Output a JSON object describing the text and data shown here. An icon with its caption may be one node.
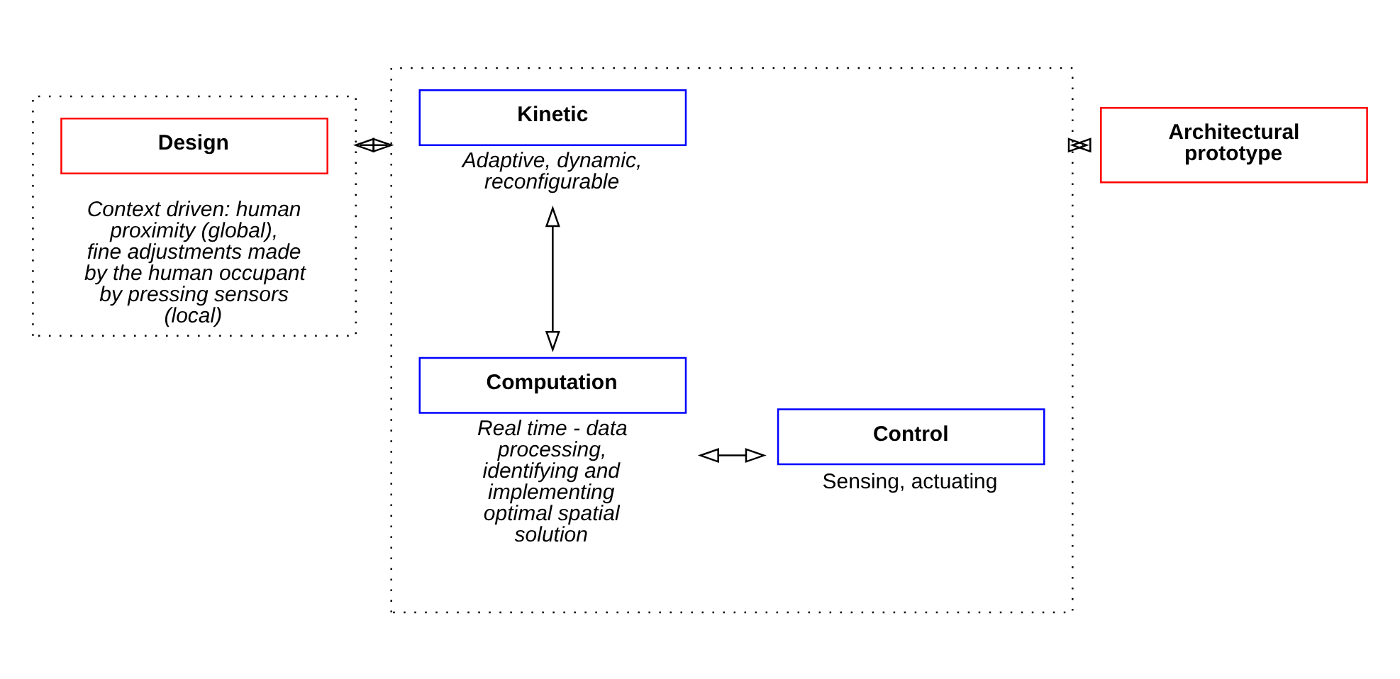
{
  "diagram": {
    "nodes": [
      {
        "text": [
          "Context driven: human proximity (global), fine adjustments made by the human occupant by pressing sensors (local)"
        ]
      },
      {
        "text": [
          "Design"
        ],
        "in": 0
      },
      {
        "text": [],
        "shape": "box"
      },
      {
        "text": [
          "Kinetic"
        ],
        "in": 2,
        "beside": [
          "Adaptive, dynamic, reconfigurable"
        ]
      },
      {
        "text": [
          "Computation"
        ],
        "in": 2,
        "beside": [
          "Real time - data processing, identifying and implementing optimal spatial solution"
        ]
      },
      {
        "text": [
          "Control"
        ],
        "in": 2,
        "beside": [
          "Sensing, actuating"
        ]
      },
      {
        "text": [
          "Architectural prototype"
        ]
      }
    ],
    "edges": [
      {
        "from": 0,
        "to": 2,
        "arrow": "both"
      },
      {
        "from": 3,
        "to": 4,
        "arrow": "both"
      },
      {
        "from": 4,
        "to": 5,
        "arrow": "both"
      },
      {
        "from": 2,
        "to": 6,
        "arrow": "both"
      }
    ]
  }
}
